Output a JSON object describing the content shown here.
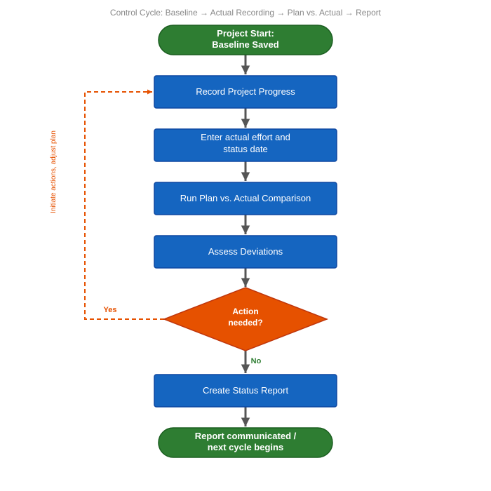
{
  "diagram": {
    "title": "Control Cycle: Baseline → Actual Recording → Plan vs. Actual → Report",
    "colors": {
      "terminal_fill": "#2e7d32",
      "terminal_stroke": "#1b5e20",
      "process_fill": "#1565c0",
      "process_stroke": "#0d47a1",
      "decision_fill": "#e65100",
      "decision_stroke": "#bf360c",
      "arrow": "#555555",
      "loop": "#e65100",
      "no_label": "#2e7d32",
      "title": "#888888"
    },
    "nodes": {
      "start": {
        "line1": "Project Start:",
        "line2": "Baseline Saved"
      },
      "record": {
        "line1": "Record Project Progress"
      },
      "enter": {
        "line1": "Enter actual effort and",
        "line2": "status date"
      },
      "compare": {
        "line1": "Run Plan vs. Actual Comparison"
      },
      "assess": {
        "line1": "Assess Deviations"
      },
      "decision": {
        "line1": "Action",
        "line2": "needed?"
      },
      "report": {
        "line1": "Create Status Report"
      },
      "end": {
        "line1": "Report communicated /",
        "line2": "next cycle begins"
      }
    },
    "edges": {
      "yes_label": "Yes",
      "no_label": "No",
      "loop_label": "Initiate actions, adjust plan"
    }
  }
}
